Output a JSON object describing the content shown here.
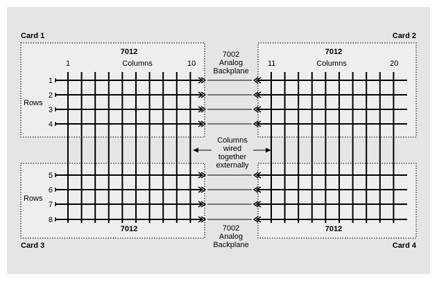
{
  "diagram": {
    "cards": {
      "card1": "Card 1",
      "card2": "Card 2",
      "card3": "Card 3",
      "card4": "Card 4"
    },
    "module": "7012",
    "columns_label": "Columns",
    "rows_label": "Rows",
    "col_numbers": {
      "c1": "1",
      "c10": "10",
      "c11": "11",
      "c20": "20"
    },
    "row_numbers_top": [
      "1",
      "2",
      "3",
      "4"
    ],
    "row_numbers_bottom": [
      "5",
      "6",
      "7",
      "8"
    ],
    "backplane_top": [
      "7002",
      "Analog",
      "Backplane"
    ],
    "backplane_bottom": [
      "7002",
      "Analog",
      "Backplane"
    ],
    "columns_note": [
      "Columns",
      "wired",
      "together",
      "externally"
    ]
  },
  "colors": {
    "background_panel": "#e4e5e6",
    "card_fill": "#eeeeef",
    "lines": "#000000"
  }
}
